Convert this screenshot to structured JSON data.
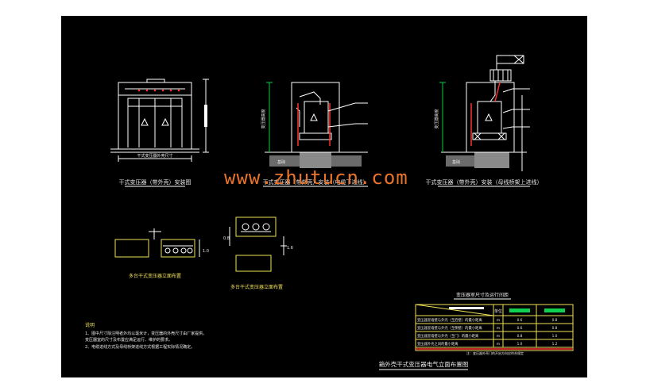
{
  "watermark": "www.zhutucn.com",
  "drawing_title": "箱外壳干式变压器电气立面布置图",
  "views": {
    "v1_caption": "干式变压器（带外壳）安装图",
    "v2_caption": "干式变压器（带外壳）安装（电缆下进线）",
    "v3_caption": "干式变压器（带外壳）安装（母线桥架上进线）"
  },
  "plans": {
    "p1_caption": "多台干式变压器立面布置",
    "p2_caption": "多台干式变压器立面布置"
  },
  "dims": {
    "v1_bottom": "干式变压器外壳尺寸",
    "v2_height": "变压器高度",
    "v3_height": "变压器高度",
    "v2_foundation": "基础",
    "v3_foundation": "基础",
    "p1_depth": "1.0",
    "p2_width": "1.6",
    "p2_left": "0.8"
  },
  "table": {
    "title": "变压器室尺寸及运行间距",
    "unit_col": "单位",
    "rows": [
      {
        "text": "变压器室墙壁与外壳（至后壁）的最小距离",
        "unit": "m",
        "a": "0.6",
        "b": "0.8"
      },
      {
        "text": "变压器室墙壁与外壳（至侧壁）的最小距离",
        "unit": "m",
        "a": "0.6",
        "b": "0.8"
      },
      {
        "text": "变压器室墙壁与外壳（至门）的最小距离",
        "unit": "m",
        "a": "0.8",
        "b": "1.0"
      },
      {
        "text": "变压器外壳之间的最小距离",
        "unit": "m",
        "a": "1.0",
        "b": "1.2"
      }
    ],
    "footer": "注：变压器外壳门的开启方向应符合规定"
  },
  "notes": {
    "title": "说明",
    "lines": [
      "1、图中尺寸除注明者外均以毫米计，变压器的外壳尺寸由厂家提供。",
      "   变压器室的尺寸及布置应满足运行、维护的要求。",
      "2、电缆进线方式及母线桥架进线方式根据工程实际情况确定。"
    ]
  }
}
